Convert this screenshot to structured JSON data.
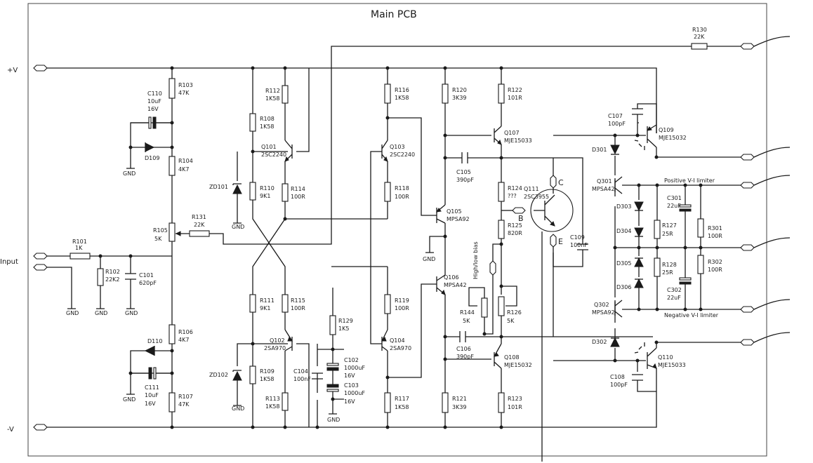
{
  "title": "Main PCB",
  "rails": {
    "pos": "+V",
    "neg": "-V"
  },
  "input_label": "Input",
  "gnd": "GND",
  "parts": {
    "R101": {
      "ref": "R101",
      "val": "1K"
    },
    "R102": {
      "ref": "R102",
      "val": "22K2"
    },
    "C101": {
      "ref": "C101",
      "val": "620pF"
    },
    "R103": {
      "ref": "R103",
      "val": "47K"
    },
    "C110": {
      "ref": "C110",
      "val": "10uF",
      "v": "16V"
    },
    "D109": {
      "ref": "D109"
    },
    "R104": {
      "ref": "R104",
      "val": "4K7"
    },
    "R105": {
      "ref": "R105",
      "val": "5K"
    },
    "R131": {
      "ref": "R131",
      "val": "22K"
    },
    "R106": {
      "ref": "R106",
      "val": "4K7"
    },
    "D110": {
      "ref": "D110"
    },
    "C111": {
      "ref": "C111",
      "val": "10uF",
      "v": "16V"
    },
    "R107": {
      "ref": "R107",
      "val": "47K"
    },
    "R112": {
      "ref": "R112",
      "val": "1K58"
    },
    "R108": {
      "ref": "R108",
      "val": "1K58"
    },
    "Q101": {
      "ref": "Q101",
      "val": "2SC2240"
    },
    "ZD101": {
      "ref": "ZD101"
    },
    "R110": {
      "ref": "R110",
      "val": "9K1"
    },
    "R114": {
      "ref": "R114",
      "val": "100R"
    },
    "R111": {
      "ref": "R111",
      "val": "9K1"
    },
    "R115": {
      "ref": "R115",
      "val": "100R"
    },
    "Q102": {
      "ref": "Q102",
      "val": "2SA970"
    },
    "ZD102": {
      "ref": "ZD102"
    },
    "R109": {
      "ref": "R109",
      "val": "1K58"
    },
    "R113": {
      "ref": "R113",
      "val": "1K58"
    },
    "R129": {
      "ref": "R129",
      "val": "1K5"
    },
    "C104": {
      "ref": "C104",
      "val": "100nF"
    },
    "C102": {
      "ref": "C102",
      "val": "1000uF",
      "v": "16V"
    },
    "C103": {
      "ref": "C103",
      "val": "1000uF",
      "v": "16V"
    },
    "R116": {
      "ref": "R116",
      "val": "1K58"
    },
    "Q103": {
      "ref": "Q103",
      "val": "2SC2240"
    },
    "R118": {
      "ref": "R118",
      "val": "100R"
    },
    "R119": {
      "ref": "R119",
      "val": "100R"
    },
    "Q104": {
      "ref": "Q104",
      "val": "2SA970"
    },
    "R117": {
      "ref": "R117",
      "val": "1K58"
    },
    "R120": {
      "ref": "R120",
      "val": "3K39"
    },
    "R122": {
      "ref": "R122",
      "val": "101R"
    },
    "Q107": {
      "ref": "Q107",
      "val": "MJE15033"
    },
    "C105": {
      "ref": "C105",
      "val": "390pF"
    },
    "R124": {
      "ref": "R124",
      "val": "???"
    },
    "Q111": {
      "ref": "Q111",
      "val": "2SC3955"
    },
    "R125": {
      "ref": "R125",
      "val": "820R"
    },
    "Q105": {
      "ref": "Q105",
      "val": "MPSA92"
    },
    "Q106": {
      "ref": "Q106",
      "val": "MPSA42"
    },
    "R144": {
      "ref": "R144",
      "val": "5K"
    },
    "R126": {
      "ref": "R126",
      "val": "5K"
    },
    "C109": {
      "ref": "C109",
      "val": "100nF"
    },
    "C106": {
      "ref": "C106",
      "val": "390pF"
    },
    "Q108": {
      "ref": "Q108",
      "val": "MJE15032"
    },
    "R121": {
      "ref": "R121",
      "val": "3K39"
    },
    "R123": {
      "ref": "R123",
      "val": "101R"
    },
    "R130": {
      "ref": "R130",
      "val": "22K"
    },
    "C107": {
      "ref": "C107",
      "val": "100pF"
    },
    "Q109": {
      "ref": "Q109",
      "val": "MJE15032"
    },
    "D301": {
      "ref": "D301"
    },
    "Q301": {
      "ref": "Q301",
      "val": "MPSA42"
    },
    "D303": {
      "ref": "D303"
    },
    "D304": {
      "ref": "D304"
    },
    "C301": {
      "ref": "C301",
      "val": "22uF"
    },
    "R127": {
      "ref": "R127",
      "val": "25R"
    },
    "R301": {
      "ref": "R301",
      "val": "100R"
    },
    "D305": {
      "ref": "D305"
    },
    "D306": {
      "ref": "D306"
    },
    "R128": {
      "ref": "R128",
      "val": "25R"
    },
    "R302": {
      "ref": "R302",
      "val": "100R"
    },
    "C302": {
      "ref": "C302",
      "val": "22uF"
    },
    "Q302": {
      "ref": "Q302",
      "val": "MPSA92"
    },
    "D302": {
      "ref": "D302"
    },
    "Q110": {
      "ref": "Q110",
      "val": "MJE15033"
    },
    "C108": {
      "ref": "C108",
      "val": "100pF"
    }
  },
  "notes": {
    "pos_limiter": "Positive  V-I limiter",
    "neg_limiter": "Negative  V-I limiter",
    "bias": "High/low bias",
    "conn_b": "B",
    "conn_c": "C",
    "conn_e": "E"
  }
}
